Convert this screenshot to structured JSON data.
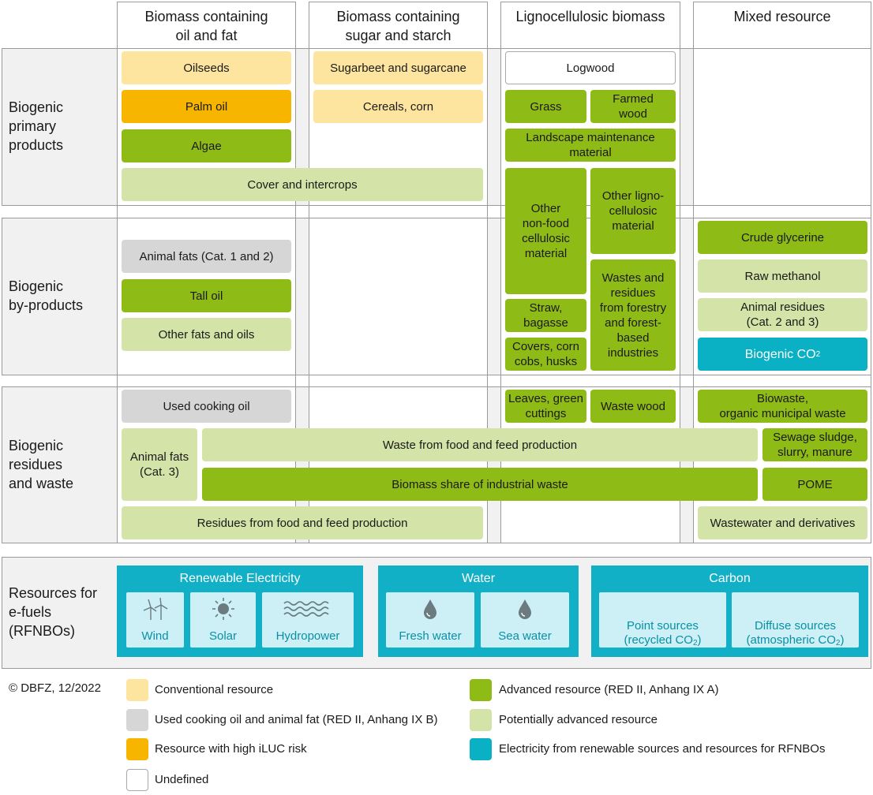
{
  "columns": [
    {
      "id": "oil",
      "label": "Biomass containing\noil and fat"
    },
    {
      "id": "sugar",
      "label": "Biomass containing\nsugar and starch"
    },
    {
      "id": "ligno",
      "label": "Lignocellulosic biomass"
    },
    {
      "id": "mixed",
      "label": "Mixed resource"
    }
  ],
  "rows": [
    {
      "id": "primary",
      "label": "Biogenic\nprimary\nproducts"
    },
    {
      "id": "byproducts",
      "label": "Biogenic\nby-products"
    },
    {
      "id": "residues",
      "label": "Biogenic\nresidues\nand waste"
    }
  ],
  "boxes": {
    "oilseeds": "Oilseeds",
    "palm_oil": "Palm oil",
    "algae": "Algae",
    "cover_intercrops": "Cover and intercrops",
    "sugarbeet": "Sugarbeet and sugarcane",
    "cereals": "Cereals, corn",
    "logwood": "Logwood",
    "grass": "Grass",
    "farmed_wood": "Farmed\nwood",
    "landscape": "Landscape maintenance\nmaterial",
    "other_nonfood": "Other\nnon-food\ncellulosic\nmaterial",
    "other_ligno": "Other ligno-\ncellulosic\nmaterial",
    "wastes_forestry": "Wastes and\nresidues\nfrom forestry\nand forest-\nbased\nindustries",
    "straw": "Straw,\nbagasse",
    "covers_corn": "Covers, corn\ncobs, husks",
    "crude_glycerine": "Crude glycerine",
    "raw_methanol": "Raw methanol",
    "animal_residues": "Animal residues\n(Cat. 2 and 3)",
    "biogenic_co2": "Biogenic CO",
    "biogenic_co2_sub": "2",
    "animal_fats_12": "Animal fats (Cat. 1 and 2)",
    "tall_oil": "Tall oil",
    "other_fats": "Other fats and oils",
    "used_cooking_oil": "Used cooking oil",
    "animal_fats_3": "Animal fats\n(Cat. 3)",
    "waste_food_feed": "Waste from food and feed production",
    "biomass_share": "Biomass share of industrial waste",
    "residues_food_feed": "Residues from food and feed production",
    "leaves": "Leaves, green\ncuttings",
    "waste_wood": "Waste wood",
    "biowaste": "Biowaste,\norganic municipal waste",
    "sewage": "Sewage sludge,\nslurry, manure",
    "pome": "POME",
    "wastewater": "Wastewater and derivatives"
  },
  "resources": {
    "label": "Resources for\ne-fuels\n(RFNBOs)",
    "groups": [
      {
        "title": "Renewable Electricity",
        "items": [
          {
            "label": "Wind",
            "icon": "wind-turbine-icon"
          },
          {
            "label": "Solar",
            "icon": "sun-icon"
          },
          {
            "label": "Hydropower",
            "icon": "waves-icon"
          }
        ]
      },
      {
        "title": "Water",
        "items": [
          {
            "label": "Fresh water",
            "icon": "water-drop-icon"
          },
          {
            "label": "Sea water",
            "icon": "water-drop-icon"
          }
        ]
      },
      {
        "title": "Carbon",
        "items": [
          {
            "label": "Point sources\n(recycled CO",
            "sub": "2",
            "tail": ")"
          },
          {
            "label": "Diffuse sources\n(atmospheric CO",
            "sub": "2",
            "tail": ")"
          }
        ]
      }
    ]
  },
  "legend": {
    "copyright": "© DBFZ, 12/2022",
    "items": [
      {
        "label": "Conventional resource",
        "color": "#fde59f"
      },
      {
        "label": "Used cooking oil and animal fat (RED II, Anhang IX B)",
        "color": "#d6d6d6"
      },
      {
        "label": "Resource with high iLUC risk",
        "color": "#f7b500"
      },
      {
        "label": "Undefined",
        "color": "#ffffff"
      },
      {
        "label": "Advanced resource (RED II, Anhang IX A)",
        "color": "#8fbb16"
      },
      {
        "label": "Potentially advanced resource",
        "color": "#d4e3a8"
      },
      {
        "label": "Electricity from renewable sources and resources for RFNBOs",
        "color": "#0ab0c4"
      }
    ]
  }
}
